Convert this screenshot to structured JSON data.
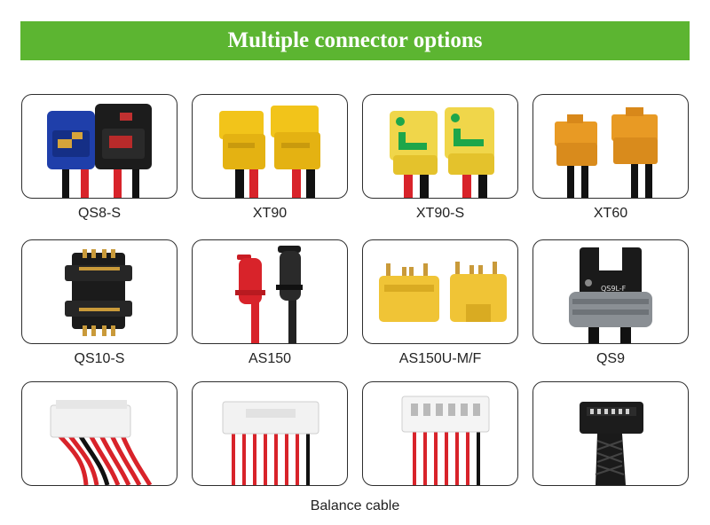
{
  "banner": {
    "title": "Multiple connector options"
  },
  "connectors": [
    {
      "label": "QS8-S",
      "icon": "qs8-s-connector-icon"
    },
    {
      "label": "XT90",
      "icon": "xt90-connector-icon"
    },
    {
      "label": "XT90-S",
      "icon": "xt90-s-connector-icon"
    },
    {
      "label": "XT60",
      "icon": "xt60-connector-icon"
    },
    {
      "label": "QS10-S",
      "icon": "qs10-s-connector-icon"
    },
    {
      "label": "AS150",
      "icon": "as150-connector-icon"
    },
    {
      "label": "AS150U-M/F",
      "icon": "as150u-connector-icon"
    },
    {
      "label": "QS9",
      "icon": "qs9-connector-icon",
      "printed": "QS9L-F"
    }
  ],
  "balance": {
    "label": "Balance cable"
  },
  "colors": {
    "banner": "#5cb531",
    "xt_yellow": "#f2c41a",
    "xt60_orange": "#e89a24",
    "qs8_blue": "#1f3faa",
    "wire_red": "#d8232a"
  }
}
